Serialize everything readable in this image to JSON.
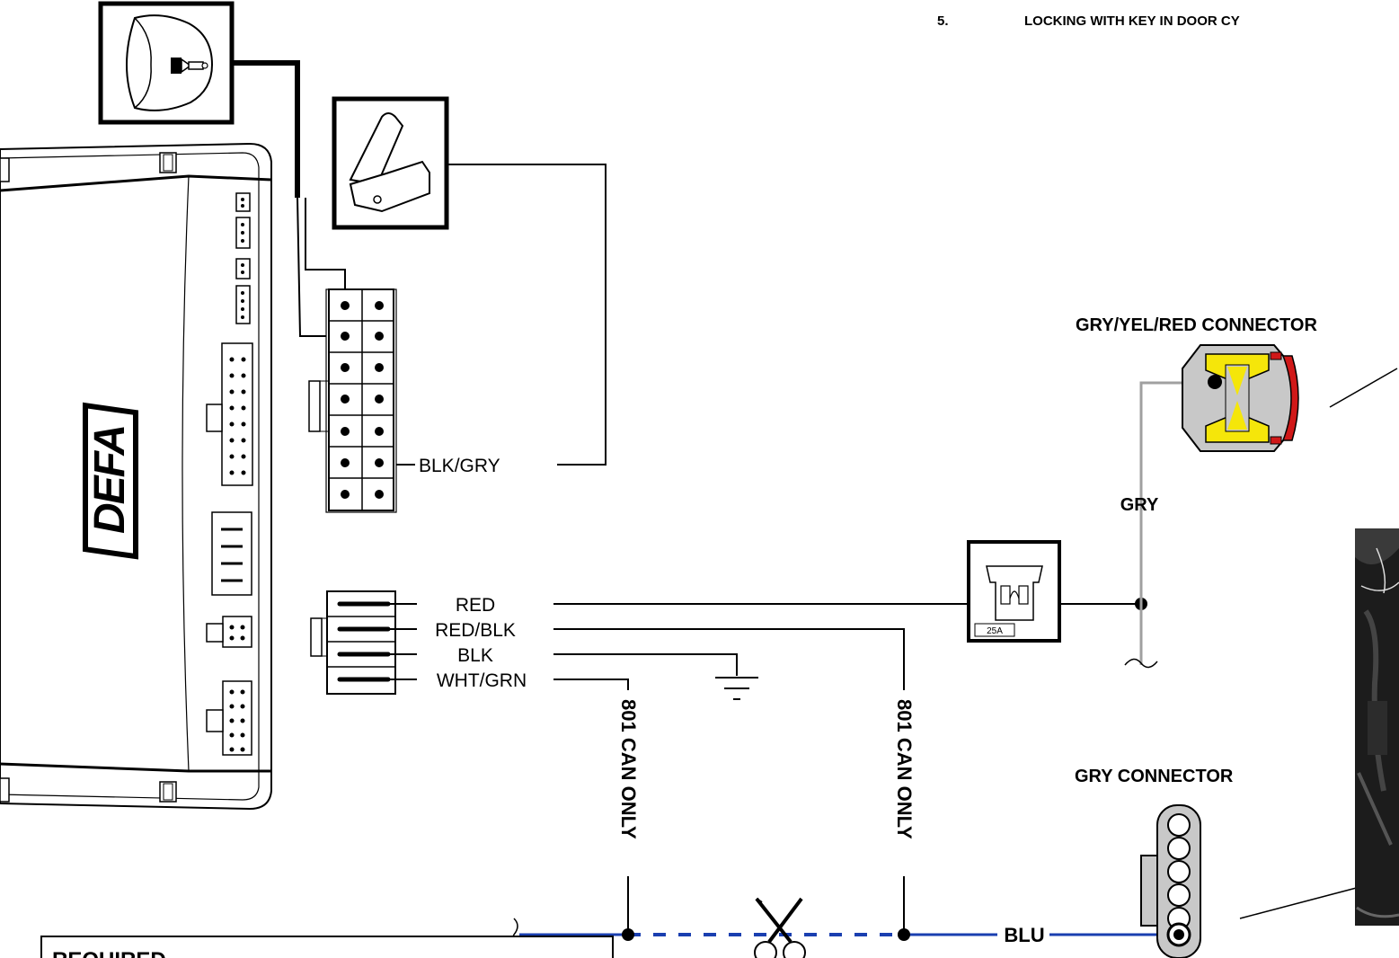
{
  "heading": {
    "number": "5.",
    "title": "LOCKING WITH KEY IN DOOR CY"
  },
  "module": {
    "brand": "DEFA"
  },
  "connectors": {
    "gry_yel_red": "GRY/YEL/RED CONNECTOR",
    "gry": "GRY CONNECTOR"
  },
  "wires": {
    "blk_gry": "BLK/GRY",
    "red": "RED",
    "red_blk": "RED/BLK",
    "blk": "BLK",
    "wht_grn": "WHT/GRN",
    "gry": "GRY",
    "blu": "BLU"
  },
  "notes": {
    "can_only_1": "801 CAN ONLY",
    "can_only_2": "801 CAN ONLY"
  },
  "fuse": {
    "rating": "25A"
  },
  "panel": {
    "required_label": "REQUIRED"
  },
  "colors": {
    "can_wire": "#1a3fb0",
    "gry_wire": "#a0a0a0",
    "connector_yellow": "#f5e60a",
    "connector_red": "#d01818",
    "connector_grey": "#c8c8c8"
  }
}
